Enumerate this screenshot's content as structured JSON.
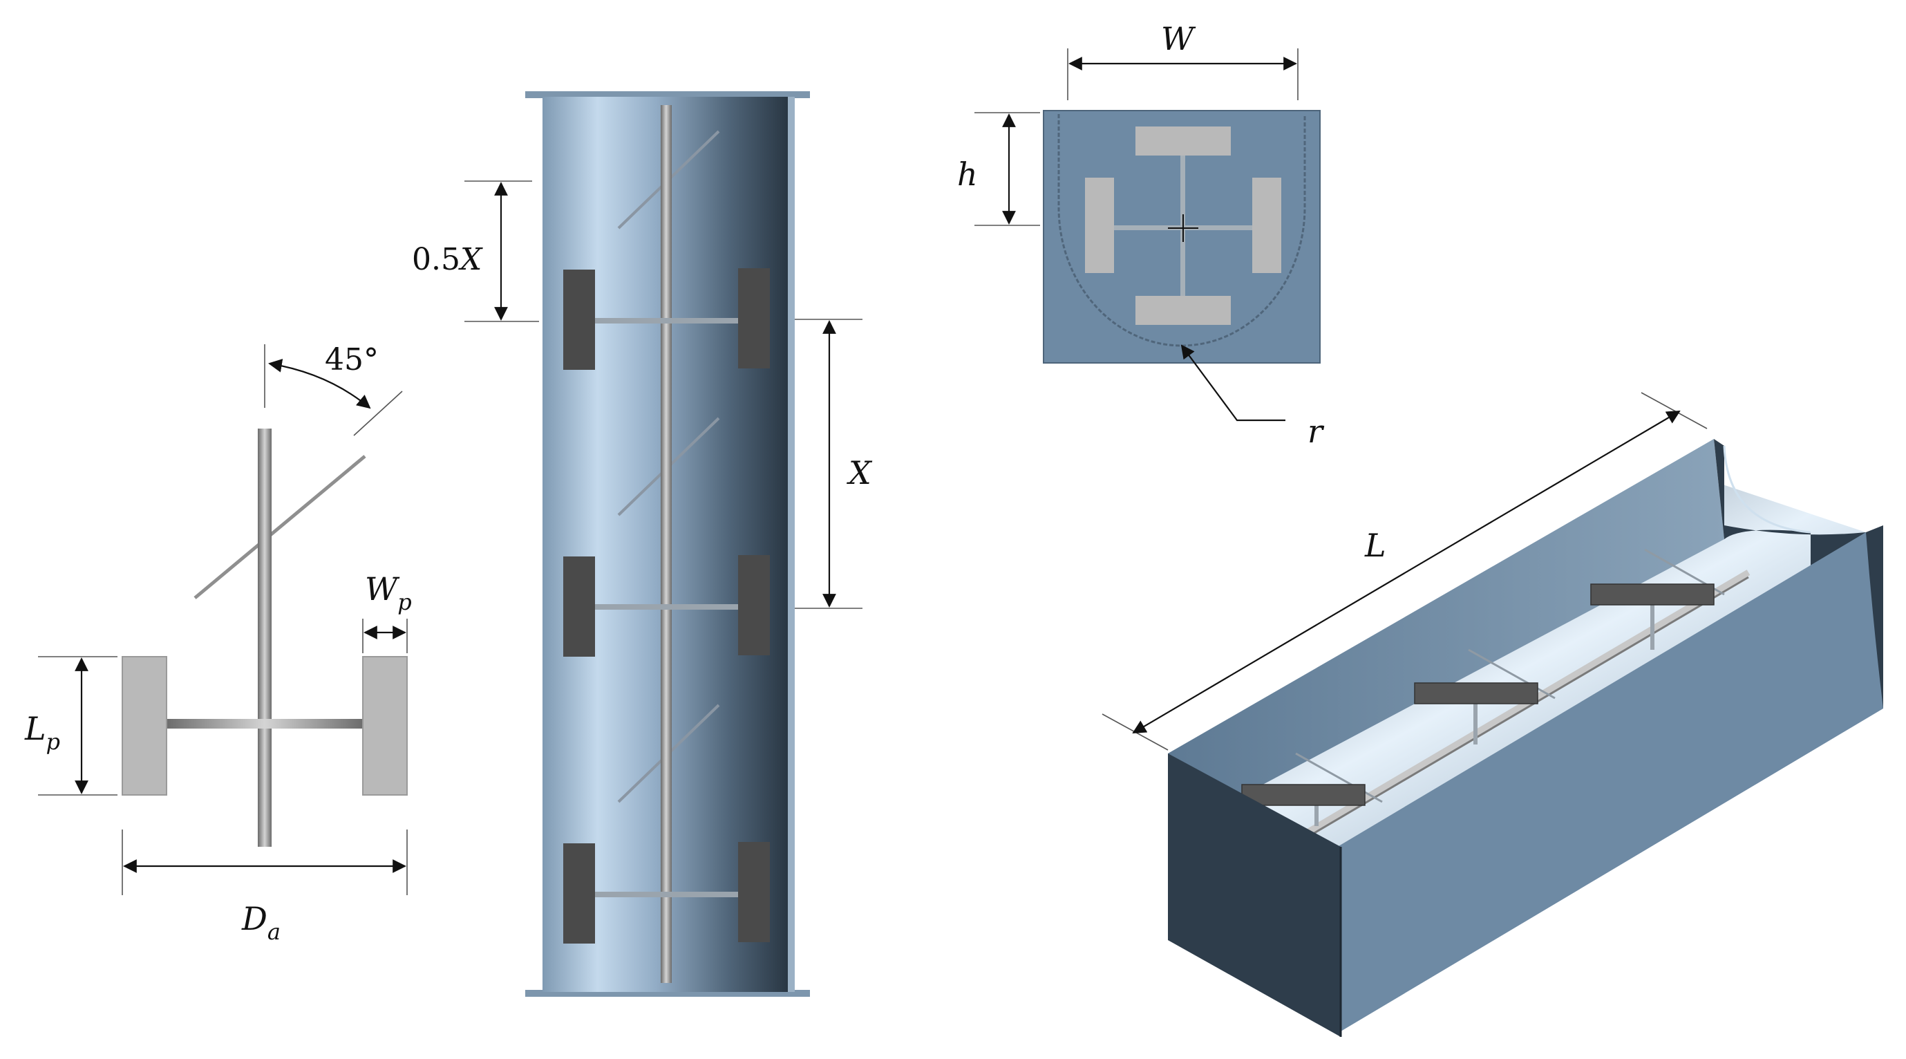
{
  "labels": {
    "angle": "45°",
    "wp_main": "W",
    "wp_sub": "p",
    "lp_main": "L",
    "lp_sub": "p",
    "da_main": "D",
    "da_sub": "a",
    "half_spacing": "0.5",
    "half_spacing_var": "X",
    "spacing": "X",
    "width": "W",
    "height": "h",
    "radius": "r",
    "length": "L"
  },
  "colors": {
    "paddle_light": "#b8b8b8",
    "paddle_dark": "#4a4a4a",
    "shaft": "#9a9a9a",
    "tube_light": "#c2d6e8",
    "tube_dark": "#2c3a47",
    "trough_face": "#6f8aa3",
    "trough_end": "#2e3d4b",
    "trough_top": "#8ea7bd",
    "outline": "#111111"
  }
}
